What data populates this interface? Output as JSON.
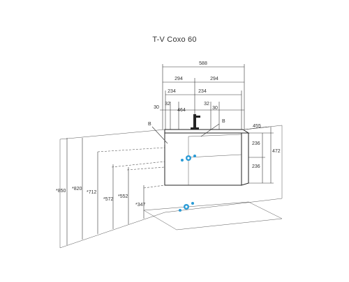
{
  "title": "T-V Coxo 60",
  "dimensions": {
    "top_width": "588",
    "half_left": "294",
    "half_right": "294",
    "offset_left": "234",
    "offset_right": "234",
    "side_left_30": "30",
    "side_left_32": "32",
    "center_gap": "464",
    "side_right_32": "32",
    "side_right_30": "30",
    "depth": "455",
    "drawer_upper": "236",
    "drawer_lower": "236",
    "height_total": "472",
    "h_850": "*850",
    "h_820": "*820",
    "h_712": "*712",
    "h_572": "*572",
    "h_552": "*552",
    "h_347": "*347"
  },
  "markers": {
    "b_left": "B",
    "b_right": "B"
  },
  "colors": {
    "line": "#333333",
    "accent_fitting": "#2a9bd6"
  },
  "icons": [
    "faucet-icon",
    "water-fitting-icon",
    "drain-fitting-icon"
  ]
}
